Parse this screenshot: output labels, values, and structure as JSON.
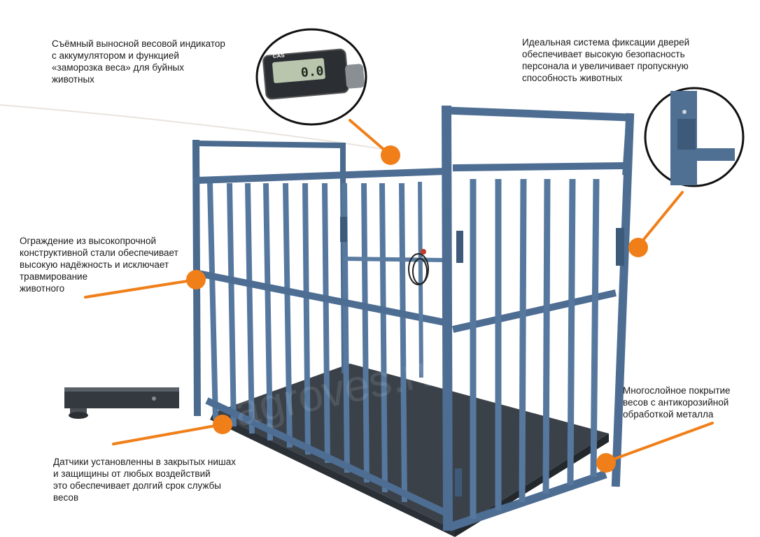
{
  "captions": {
    "indicator": "Съёмный выносной весовой индикатор\nс аккумулятором и функцией\n«заморозка веса» для буйных\nживотных",
    "doors": "Идеальная система фиксации дверей\nобеспечивает высокую безопасность\nперсонала и увеличивает пропускную\nспособность животных",
    "fence": "Ограждение из высокопрочной\nконструктивной стали обеспечивает\nвысокую надёжность и исключает\nтравмирование\nживотного",
    "coating": "Многослойное покрытие\nвесов с антикорозийной\nобработкой металла",
    "sensors": "Датчики установленны в закрытых нишах\nи защищины от любых воздействий\nэто обеспечивает долгий срок службы\nвесов"
  },
  "indicator_display": {
    "brand": "CAS",
    "reading": "0.0"
  },
  "watermark": "agroves.ru",
  "colors": {
    "accent": "#f07f1a",
    "steel": "#4f6f93",
    "steel_dark": "#2f4762",
    "platform": "#3a4048"
  }
}
